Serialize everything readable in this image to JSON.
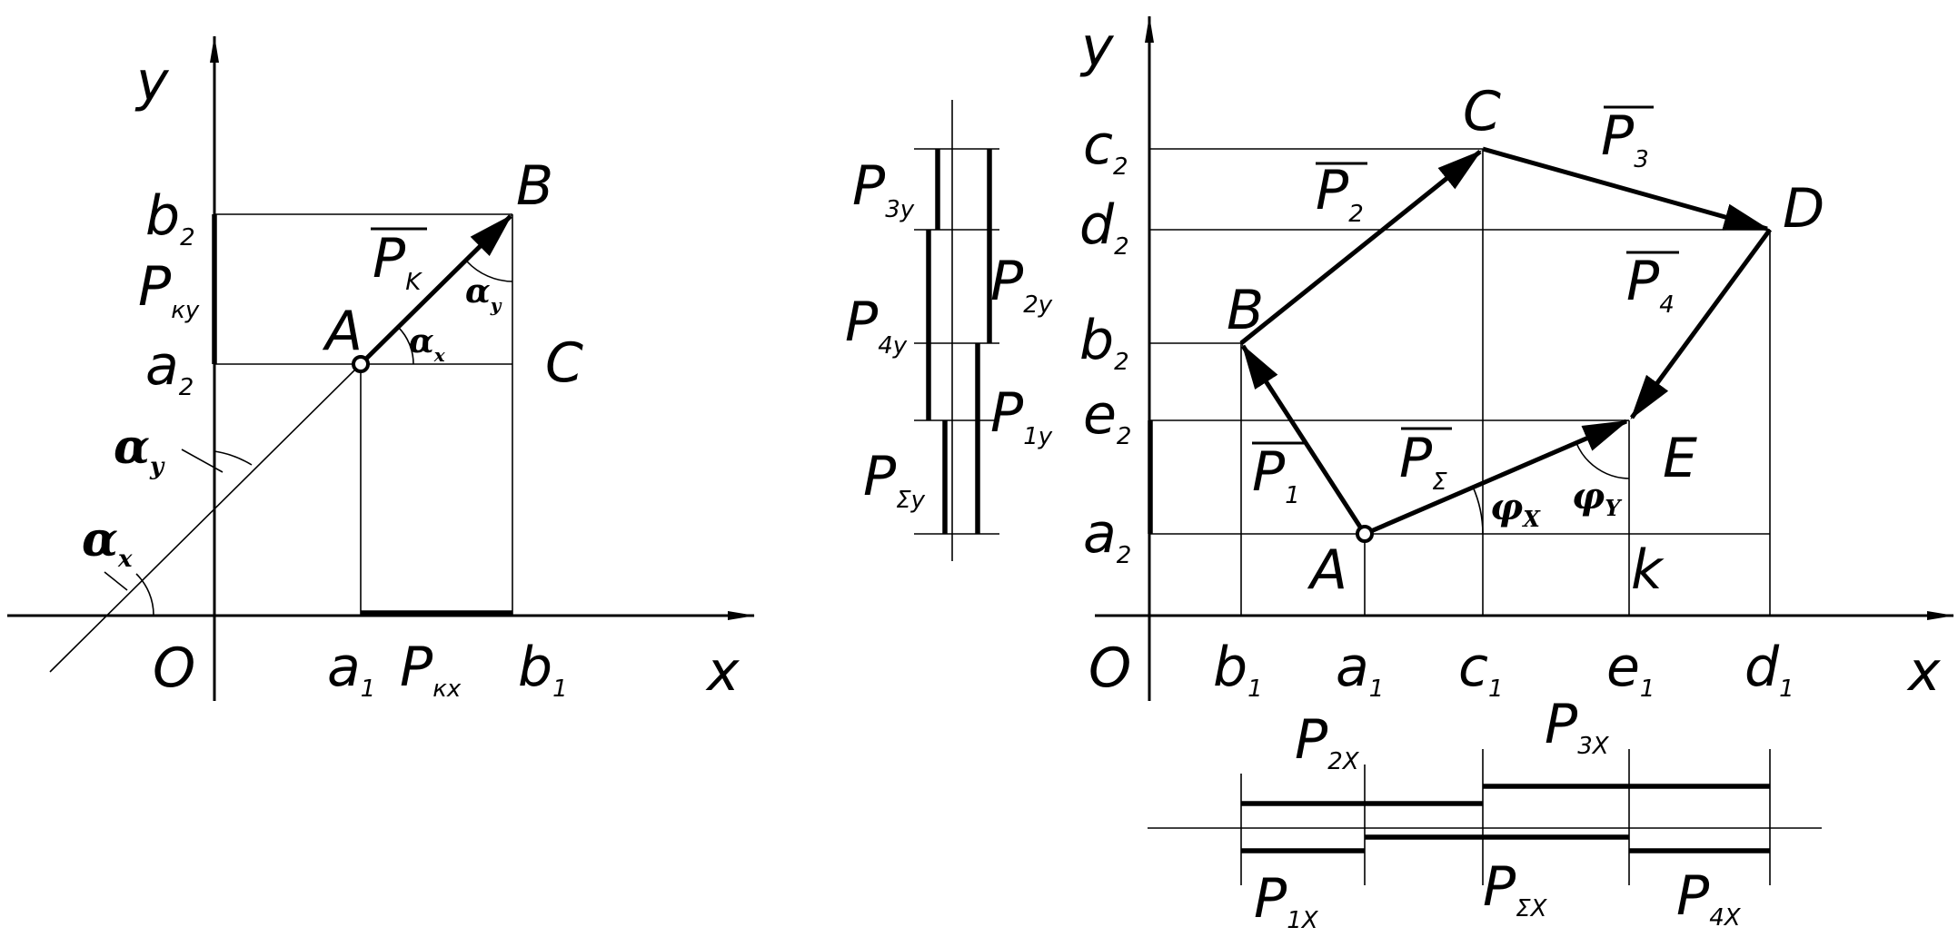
{
  "left": {
    "axis_y": "y",
    "axis_x": "x",
    "origin": "O",
    "pt_B": "B",
    "pt_A": "A",
    "pt_C": "C",
    "b2": {
      "m": "b",
      "s": "2"
    },
    "a2": {
      "m": "a",
      "s": "2"
    },
    "a1": {
      "m": "a",
      "s": "1"
    },
    "b1": {
      "m": "b",
      "s": "1"
    },
    "Pky": {
      "m": "P",
      "s": "ку"
    },
    "Pkx": {
      "m": "P",
      "s": "кх"
    },
    "Pk": {
      "m": "P",
      "s": "K"
    },
    "alpha_y_top": {
      "m": "α",
      "s": "y"
    },
    "alpha_x_mid": {
      "m": "α",
      "s": "x"
    },
    "alpha_y_side": {
      "m": "α",
      "s": "y"
    },
    "alpha_x_side": {
      "m": "α",
      "s": "x"
    }
  },
  "middle": {
    "P3y": {
      "m": "P",
      "s": "3y"
    },
    "P2y": {
      "m": "P",
      "s": "2y"
    },
    "P4y": {
      "m": "P",
      "s": "4y"
    },
    "P1y": {
      "m": "P",
      "s": "1y"
    },
    "PSy": {
      "m": "P",
      "s": "Σy"
    }
  },
  "right": {
    "axis_y": "y",
    "axis_x": "x",
    "origin": "O",
    "pt_C": "C",
    "pt_D": "D",
    "pt_B": "B",
    "pt_E": "E",
    "pt_A": "A",
    "pt_k": "k",
    "c2": {
      "m": "c",
      "s": "2"
    },
    "d2": {
      "m": "d",
      "s": "2"
    },
    "b2": {
      "m": "b",
      "s": "2"
    },
    "e2": {
      "m": "e",
      "s": "2"
    },
    "a2": {
      "m": "a",
      "s": "2"
    },
    "b1": {
      "m": "b",
      "s": "1"
    },
    "a1": {
      "m": "a",
      "s": "1"
    },
    "c1": {
      "m": "c",
      "s": "1"
    },
    "e1": {
      "m": "e",
      "s": "1"
    },
    "d1": {
      "m": "d",
      "s": "1"
    },
    "P1": {
      "m": "P",
      "s": "1"
    },
    "P2": {
      "m": "P",
      "s": "2"
    },
    "P3": {
      "m": "P",
      "s": "3"
    },
    "P4": {
      "m": "P",
      "s": "4"
    },
    "PS": {
      "m": "P",
      "s": "Σ"
    },
    "phiX": {
      "m": "φ",
      "s": "X"
    },
    "phiY": {
      "m": "φ",
      "s": "Y"
    }
  },
  "bottom": {
    "P2X": {
      "m": "P",
      "s": "2X"
    },
    "P3X": {
      "m": "P",
      "s": "3X"
    },
    "P1X": {
      "m": "P",
      "s": "1X"
    },
    "PSX": {
      "m": "P",
      "s": "ΣX"
    },
    "P4X": {
      "m": "P",
      "s": "4X"
    }
  }
}
